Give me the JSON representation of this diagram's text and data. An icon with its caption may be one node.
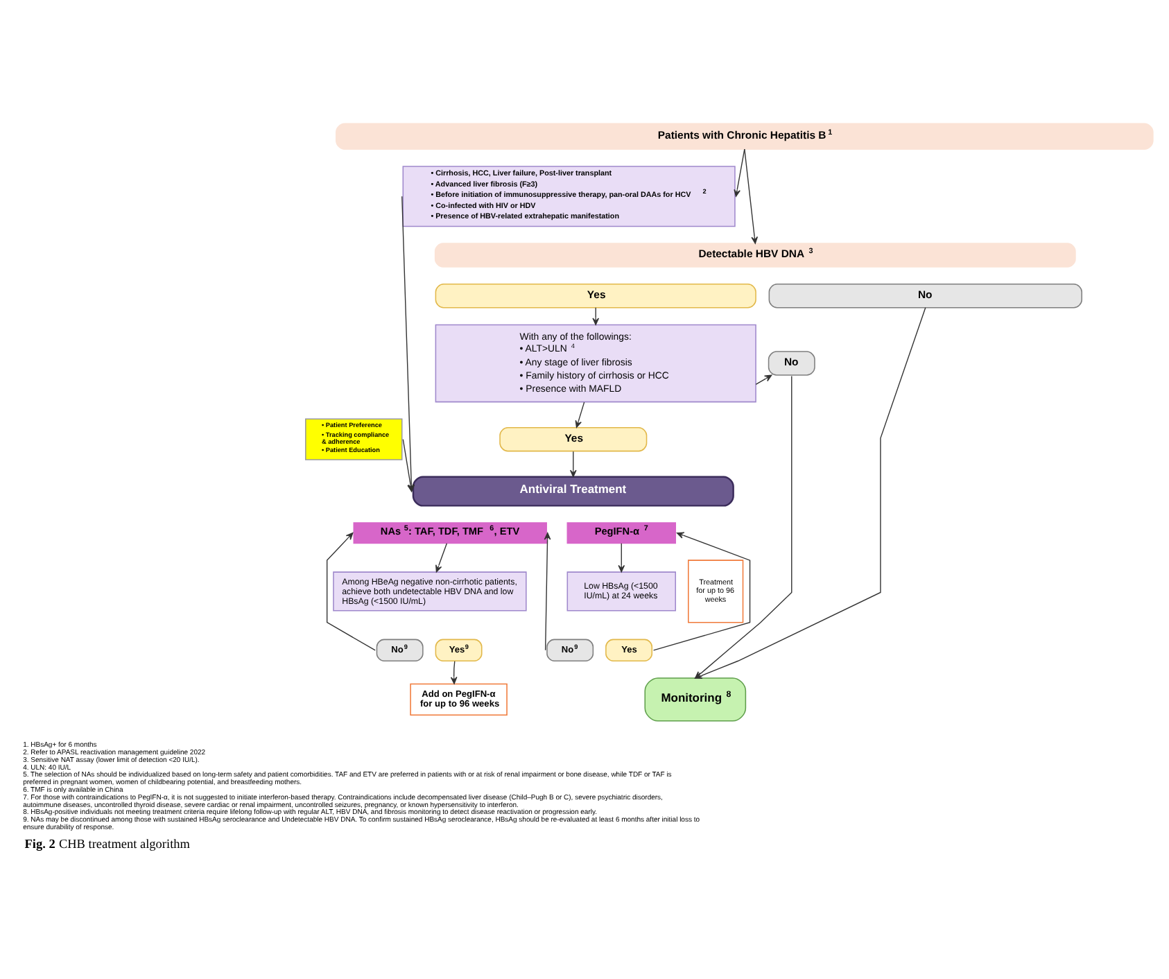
{
  "diagram": {
    "caption": "**Fig. 2** CHB treatment algorithm",
    "nodes": [
      {
        "text": [
          "Patients with Chronic Hepatitis B $^{1}$"
        ]
      },
      {
        "text": [
          "• Cirrhosis, HCC, Liver failure, Post-liver transplant",
          "• Advanced liver fibrosis (F≥3)",
          "• Before initiation of immunosuppressive therapy, pan-oral DAAs for HCV $^{2}$",
          "• Co-infected with HIV or HDV",
          "• Presence of HBV-related extrahepatic manifestation"
        ]
      },
      {
        "text": [
          "Detectable HBV DNA $^{3}$"
        ]
      },
      {
        "text": [
          "Yes"
        ]
      },
      {
        "text": [
          "No"
        ]
      },
      {
        "text": [
          "With any of the followings:",
          "• ALT>ULN $^{4}$",
          "• Any stage of liver fibrosis",
          "• Family history of cirrhosis or HCC",
          "• Presence with MAFLD"
        ]
      },
      {
        "text": [
          "No"
        ]
      },
      {
        "text": [
          "Yes"
        ]
      },
      {
        "text": [
          "• Patient Preference",
          "• Tracking compliance & adherence",
          "• Patient Education"
        ]
      },
      {
        "text": [
          "Antiviral Treatment"
        ]
      },
      {
        "text": [
          "NAs $^{5}$: TAF, TDF, TMF $^{6}$, ETV"
        ]
      },
      {
        "text": [
          "PegIFN-α $^{7}$"
        ]
      },
      {
        "text": [
          "Among HBeAg negative non-cirrhotic patients, achieve both undetectable HBV DNA and low HBsAg (<1500 IU/mL)"
        ]
      },
      {
        "text": [
          "Low HBsAg (<1500 IU/mL) at 24 weeks"
        ]
      },
      {
        "text": [
          "No$^{9}$"
        ]
      },
      {
        "text": [
          "Yes$^{9}$"
        ]
      },
      {
        "text": [
          "No$^{9}$"
        ]
      },
      {
        "text": [
          "Yes"
        ]
      },
      {
        "text": [
          "Treatment for up to 96 weeks"
        ]
      },
      {
        "text": [
          "Add on PegIFN-α for up to 96 weeks"
        ]
      },
      {
        "text": [
          "Monitoring $^{8}$"
        ]
      }
    ],
    "edges": [
      {
        "from": 0,
        "to": 1,
        "arrow": "to"
      },
      {
        "from": 0,
        "to": 2,
        "arrow": "to"
      },
      {
        "from": 1,
        "to": 9,
        "arrow": "to"
      },
      {
        "from": 3,
        "to": 5,
        "arrow": "to"
      },
      {
        "from": 4,
        "to": 20,
        "arrow": "to"
      },
      {
        "from": 5,
        "to": 6,
        "arrow": "to"
      },
      {
        "from": 6,
        "to": 20,
        "arrow": "to"
      },
      {
        "from": 5,
        "to": 7,
        "arrow": "to"
      },
      {
        "from": 7,
        "to": 9,
        "arrow": "to"
      },
      {
        "from": 8,
        "to": 9,
        "arrow": "to"
      },
      {
        "from": 10,
        "to": 12,
        "arrow": "to"
      },
      {
        "from": 11,
        "to": 13,
        "arrow": "to"
      },
      {
        "from": 14,
        "to": 10,
        "arrow": "to"
      },
      {
        "from": 16,
        "to": 10,
        "arrow": "to"
      },
      {
        "from": 17,
        "to": 11,
        "arrow": "to"
      },
      {
        "from": 15,
        "to": 19,
        "arrow": "to"
      }
    ],
    "labels": [
      "1. HBsAg+ for 6 months",
      "2. Refer to APASL reactivation management guideline 2022",
      "3. Sensitive NAT assay (lower limit of detection <20 IU/L).",
      "4. ULN: 40 IU/L",
      "5. The selection of NAs should be individualized based on long-term safety and patient comorbidities. TAF and ETV are preferred in patients with or at risk of renal impairment or bone disease, while TDF or TAF is preferred in pregnant women, women of childbearing potential, and breastfeeding mothers.",
      "6. TMF is only available in China",
      "7. For those with contraindications to PegIFN-α, it is not suggested to initiate interferon-based therapy. Contraindications include decompensated liver disease (Child–Pugh B or C), severe psychiatric disorders, autoimmune diseases, uncontrolled thyroid disease, severe cardiac or renal impairment, uncontrolled seizures, pregnancy, or known hypersensitivity to interferon.",
      "8. HBsAg-positive individuals not meeting treatment criteria require lifelong follow-up with regular ALT, HBV DNA, and fibrosis monitoring to detect disease reactivation or progression early.",
      "9. NAs may be discontinued among those with sustained HBsAg seroclearance and Undetectable HBV DNA. To confirm sustained HBsAg seroclearance, HBsAg should be re-evaluated at least 6 months after initial loss to ensure durability of response."
    ]
  }
}
